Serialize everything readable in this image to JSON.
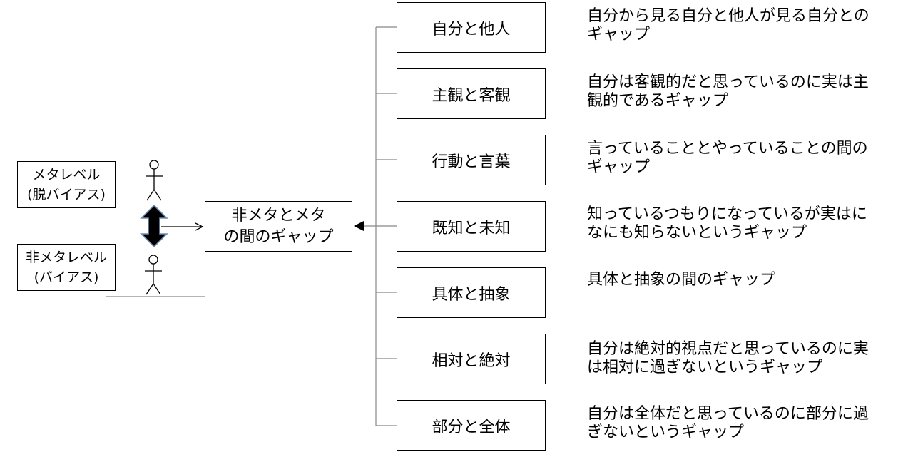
{
  "levels": {
    "meta": {
      "line1": "メタレベル",
      "line2": "(脱バイアス)"
    },
    "non_meta": {
      "line1": "非メタレベル",
      "line2": "(バイアス)"
    }
  },
  "center": {
    "line1": "非メタとメタ",
    "line2": "の間のギャップ"
  },
  "topics": [
    {
      "label": "自分と他人",
      "description": "自分から見る自分と他人が見る自分との\nギャップ"
    },
    {
      "label": "主観と客観",
      "description": "自分は客観的だと思っているのに実は主\n観的であるギャップ"
    },
    {
      "label": "行動と言葉",
      "description": "言っていることとやっていることの間の\nギャップ"
    },
    {
      "label": "既知と未知",
      "description": "知っているつもりになっているが実はに\nなにも知らないというギャップ"
    },
    {
      "label": "具体と抽象",
      "description": "具体と抽象の間のギャップ"
    },
    {
      "label": "相対と絶対",
      "description": "自分は絶対的視点だと思っているのに実\nは相対に過ぎないというギャップ"
    },
    {
      "label": "部分と全体",
      "description": "自分は全体だと思っているのに部分に過\nぎないというギャップ"
    }
  ],
  "icons": {
    "figures": "stick-figure-icon",
    "double_arrow": "double-arrow-icon"
  }
}
